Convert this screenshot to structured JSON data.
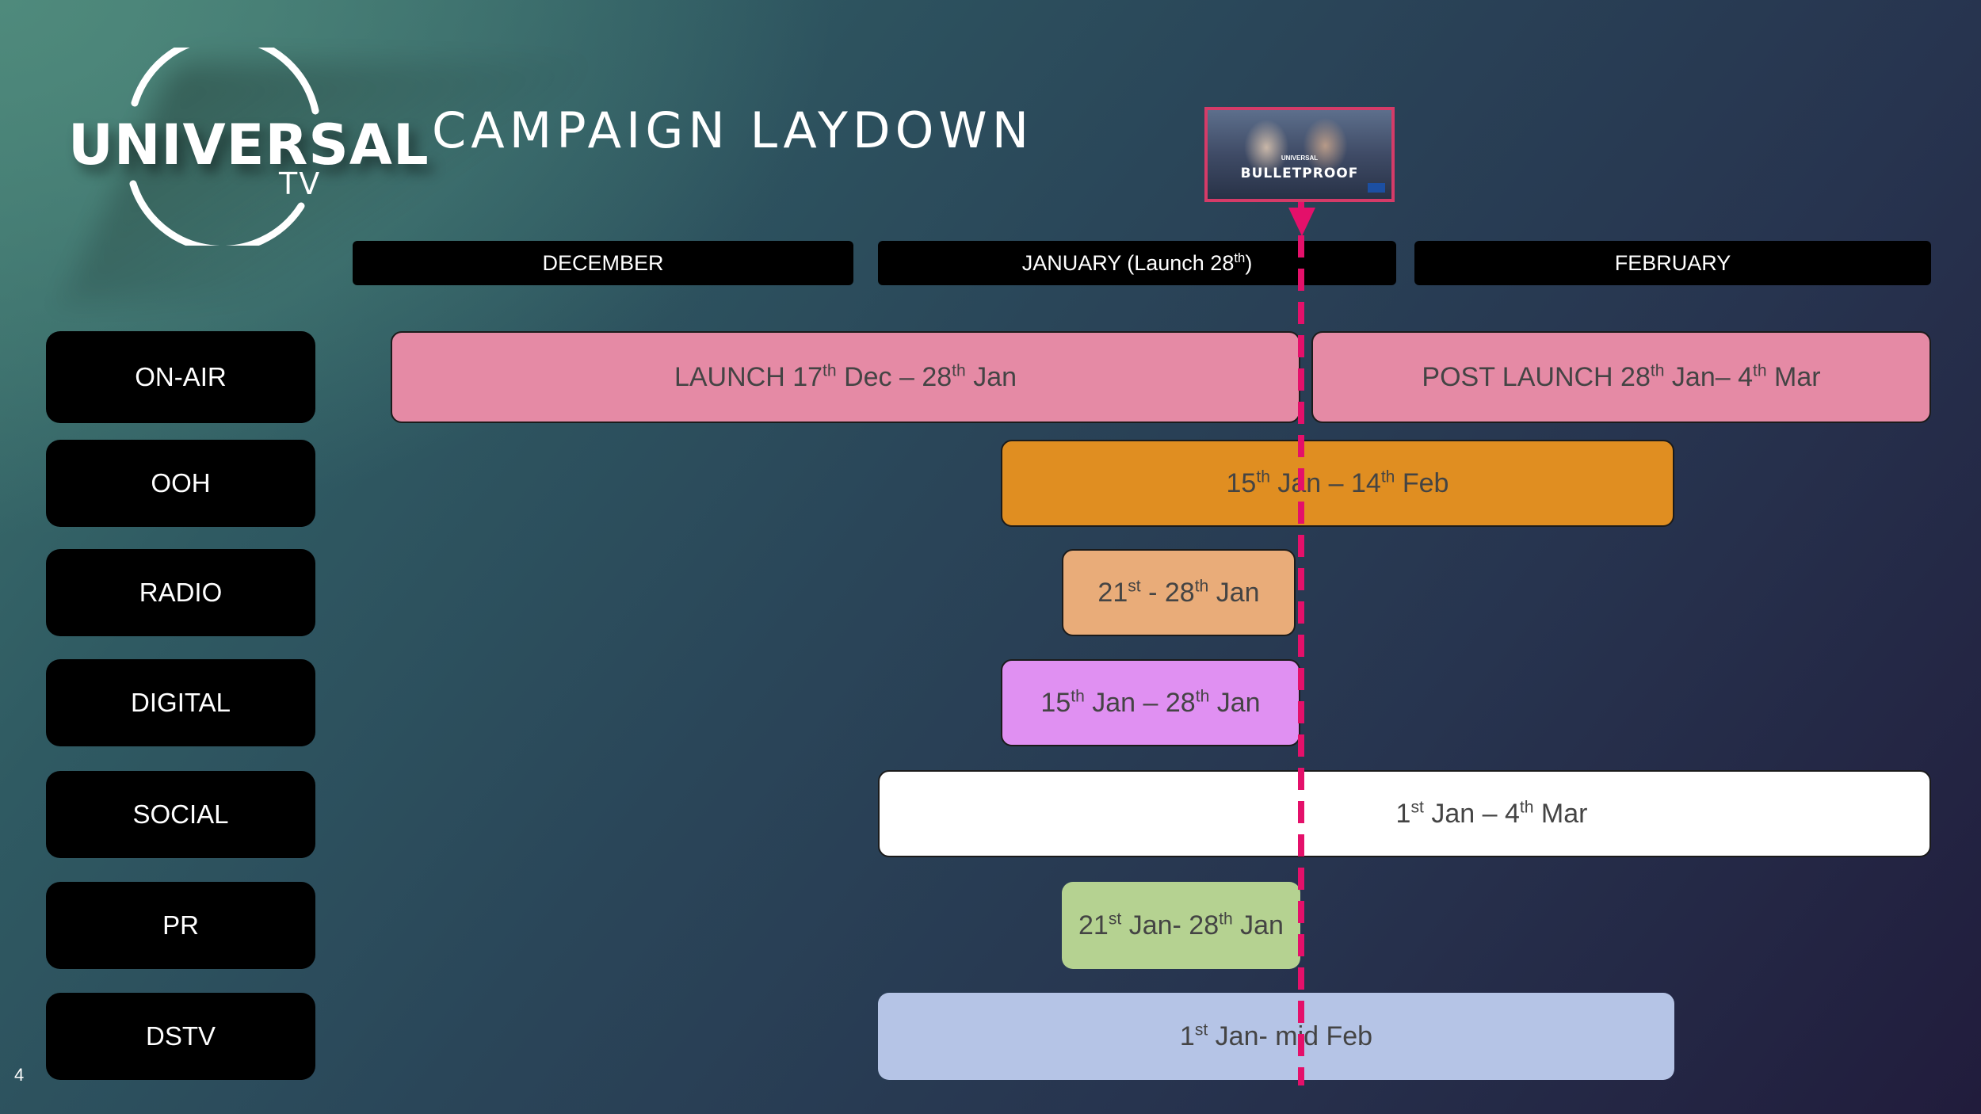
{
  "logo": {
    "word": "UNIVERSAL",
    "sub": "TV"
  },
  "title": "CAMPAIGN LAYDOWN",
  "poster": {
    "top_text": "",
    "brand": "UNIVERSAL",
    "title": "BULLETPROOF"
  },
  "months": {
    "december": "DECEMBER",
    "january_prefix": "JANUARY (Launch 28",
    "january_sup": "th",
    "january_suffix": ")",
    "february": "FEBRUARY"
  },
  "rows": {
    "on_air": "ON-AIR",
    "ooh": "OOH",
    "radio": "RADIO",
    "digital": "DIGITAL",
    "social": "SOCIAL",
    "pr": "PR",
    "dstv": "DSTV"
  },
  "bars": {
    "launch": {
      "t1": "LAUNCH 17",
      "s1": "th",
      "t2": " Dec – 28",
      "s2": "th",
      "t3": " Jan"
    },
    "post_launch": {
      "t1": "POST LAUNCH 28",
      "s1": "th",
      "t2": " Jan– 4",
      "s2": "th",
      "t3": " Mar"
    },
    "ooh": {
      "t1": "15",
      "s1": "th",
      "t2": " Jan – 14",
      "s2": "th",
      "t3": " Feb"
    },
    "radio": {
      "t1": "21",
      "s1": "st",
      "t2": " - 28",
      "s2": "th",
      "t3": " Jan"
    },
    "digital": {
      "t1": "15",
      "s1": "th",
      "t2": " Jan – 28",
      "s2": "th",
      "t3": " Jan"
    },
    "social": {
      "t1": "1",
      "s1": "st",
      "t2": " Jan – 4",
      "s2": "th",
      "t3": " Mar"
    },
    "pr": {
      "t1": "21",
      "s1": "st",
      "t2": " Jan- 28",
      "s2": "th",
      "t3": " Jan"
    },
    "dstv": {
      "t1": "1",
      "s1": "st",
      "t2": " Jan- mid Feb",
      "s2": "",
      "t3": ""
    }
  },
  "colors": {
    "on_air": "#e58aa5",
    "ooh": "#e08e21",
    "radio": "#e9ac79",
    "digital": "#e090f2",
    "social": "#ffffff",
    "pr": "#b5d291",
    "dstv": "#b5c4e6",
    "launch_marker": "#e4106a"
  },
  "page_number": "4"
}
